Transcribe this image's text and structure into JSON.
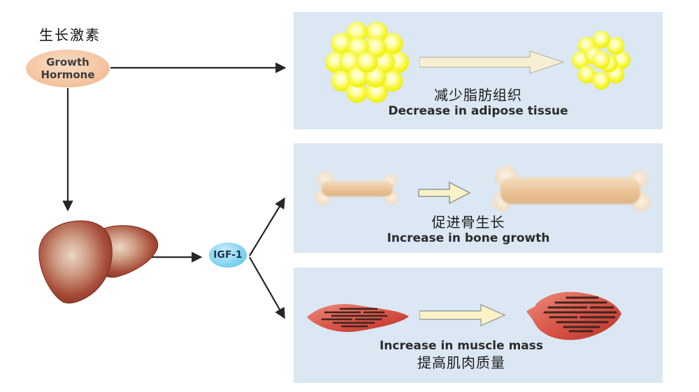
{
  "header": {
    "growth_hormone_label_zh": "生长激素"
  },
  "nodes": {
    "growth_hormone": {
      "line1": "Growth",
      "line2": "Hormone"
    },
    "igf1": {
      "label": "IGF-1"
    }
  },
  "panels": [
    {
      "id": "adipose",
      "zh": "减少脂肪组织",
      "en": "Decrease in adipose tissue"
    },
    {
      "id": "bone",
      "zh": "促进骨生长",
      "en": "Increase in bone growth"
    },
    {
      "id": "muscle",
      "en": "Increase in muscle mass",
      "zh": "提高肌肉质量"
    }
  ],
  "icons": {
    "liver": "liver-icon",
    "adipose_large": "adipose-cluster-large-icon",
    "adipose_small": "adipose-cluster-small-icon",
    "bone_small": "bone-small-icon",
    "bone_large": "bone-large-icon",
    "muscle_small": "muscle-small-icon",
    "muscle_large": "muscle-large-icon",
    "block_arrow": "block-arrow-icon",
    "connector": "connector-arrow-icon"
  },
  "colors": {
    "panel_bg": "#dbe7f3",
    "growth_hormone_fill": "#f5c7a4",
    "igf1_fill": "#6ec9ea",
    "fat_yellow": "#f2f200",
    "bone_tan": "#e8c094",
    "muscle_red": "#d6493c",
    "block_arrow_cream": "#f8efcd",
    "connector_dark": "#262626"
  }
}
